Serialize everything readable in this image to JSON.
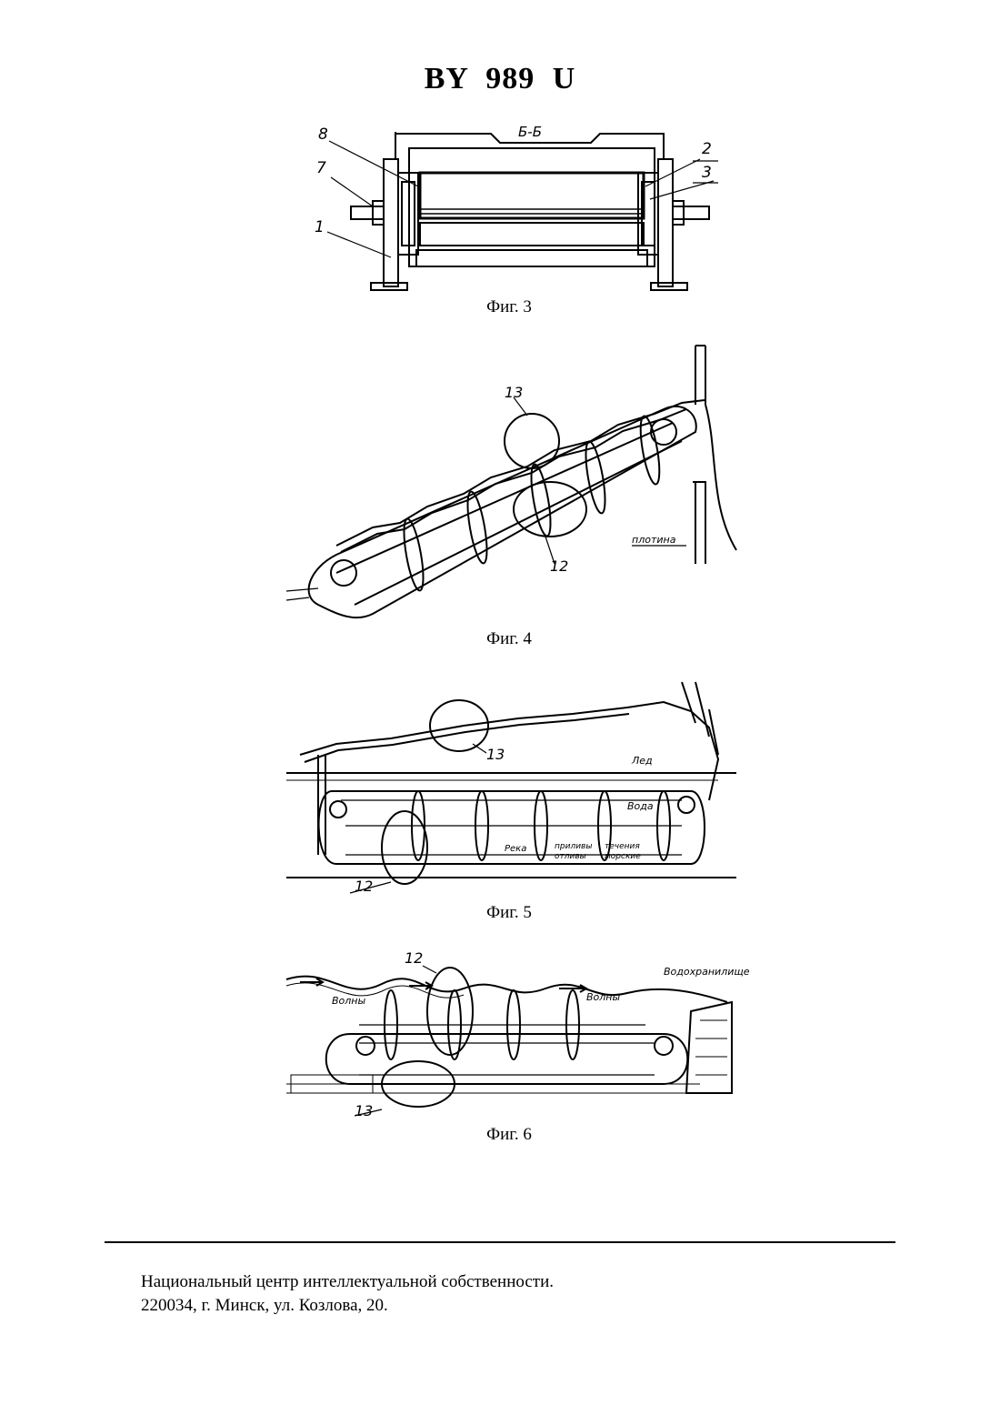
{
  "document": {
    "title": "BY 989 U"
  },
  "figures": [
    {
      "caption": "Фиг. 3",
      "section_label": "Б-Б",
      "callouts": [
        "8",
        "7",
        "1",
        "2",
        "3"
      ]
    },
    {
      "caption": "Фиг. 4",
      "callouts": [
        "13",
        "12"
      ],
      "labels": [
        "плотина"
      ]
    },
    {
      "caption": "Фиг. 5",
      "callouts": [
        "13",
        "12"
      ],
      "labels": [
        "Лед",
        "Вода",
        "Река",
        "приливы",
        "отливы",
        "течения",
        "морские"
      ]
    },
    {
      "caption": "Фиг. 6",
      "callouts": [
        "12",
        "13"
      ],
      "labels": [
        "Водохранилище",
        "Волны",
        "Волны"
      ]
    }
  ],
  "footer": {
    "line1": "Национальный центр интеллектуальной собственности.",
    "line2": "220034, г. Минск, ул. Козлова, 20."
  }
}
